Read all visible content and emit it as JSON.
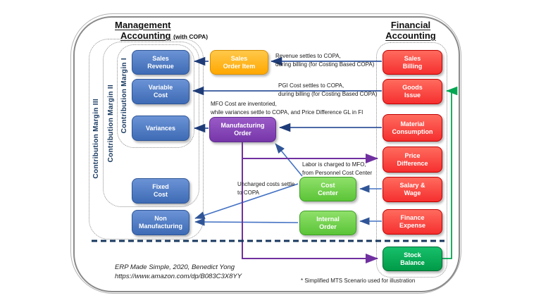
{
  "title_left": {
    "line1": "Management",
    "line2": "Accounting",
    "suffix": "(with COPA)"
  },
  "title_right": {
    "line1": "Financial",
    "line2": "Accounting"
  },
  "contribution_margins": {
    "cm3": "Contribution Margin III",
    "cm2": "Contribution Margin II",
    "cm1": "Contribution Margin I"
  },
  "boxes": {
    "sales_revenue": "Sales\nRevenue",
    "variable_cost": "Variable\nCost",
    "variances": "Variances",
    "fixed_cost": "Fixed\nCost",
    "non_manufacturing": "Non\nManufacturing",
    "sales_order_item": "Sales\nOrder Item",
    "manufacturing_order": "Manufacturing\nOrder",
    "cost_center": "Cost\nCenter",
    "internal_order": "Internal\nOrder",
    "sales_billing": "Sales\nBilling",
    "goods_issue": "Goods\nIssue",
    "material_consumption": "Material\nConsumption",
    "price_difference": "Price\nDifference",
    "salary_wage": "Salary &\nWage",
    "finance_expense": "Finance\nExpense",
    "stock_balance": "Stock\nBalance"
  },
  "annotations": {
    "revenue_settles": "Revenue settles to COPA,\nduring billing (for Costing Based COPA)",
    "pgi_settles": "PGI Cost settles to COPA,\nduring billing (for Costing Based COPA)",
    "mfo_inventoried": "MFO Cost are inventoried,\nwhile variances settle to COPA, and Price Difference GL in FI",
    "labor_charged": "Labor is charged to MFO,\nfrom Personnel Cost Center",
    "uncharged_costs": "Uncharged costs settle\nto COPA"
  },
  "footer": {
    "credit_line1": "ERP Made Simple, 2020, Benedict Yong",
    "credit_line2": "https://www.amazon.com/dp/B083C3X8YY",
    "footnote": "* Simplified MTS Scenario used for illustration"
  },
  "colors": {
    "blue_box": "#4472C4",
    "red_box": "#F53030",
    "orange_box": "#FFB300",
    "purple_box": "#8040B0",
    "green_box": "#70D14B",
    "dark_green_box": "#00A651",
    "navy_line": "#2E4E8F",
    "blue_line": "#4472C4",
    "purple_line": "#7030A0",
    "green_line": "#00A651",
    "separator_line": "#17375E"
  }
}
